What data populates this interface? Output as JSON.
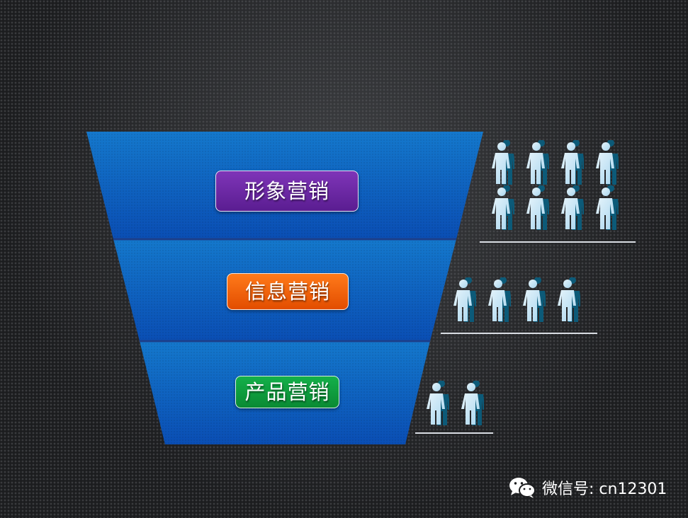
{
  "colors": {
    "funnel_top": "#1478cc",
    "funnel_bottom": "#0a4eb4",
    "image_marketing": "#6a24a3",
    "info_marketing": "#f06010",
    "product_marketing": "#109a3e",
    "person": "#a9d6ef"
  },
  "stages": [
    {
      "label": "形象营销",
      "people": 8
    },
    {
      "label": "信息营销",
      "people": 4
    },
    {
      "label": "产品营销",
      "people": 2
    }
  ],
  "watermark": {
    "icon": "wechat-icon",
    "text": "微信号: cn12301"
  }
}
